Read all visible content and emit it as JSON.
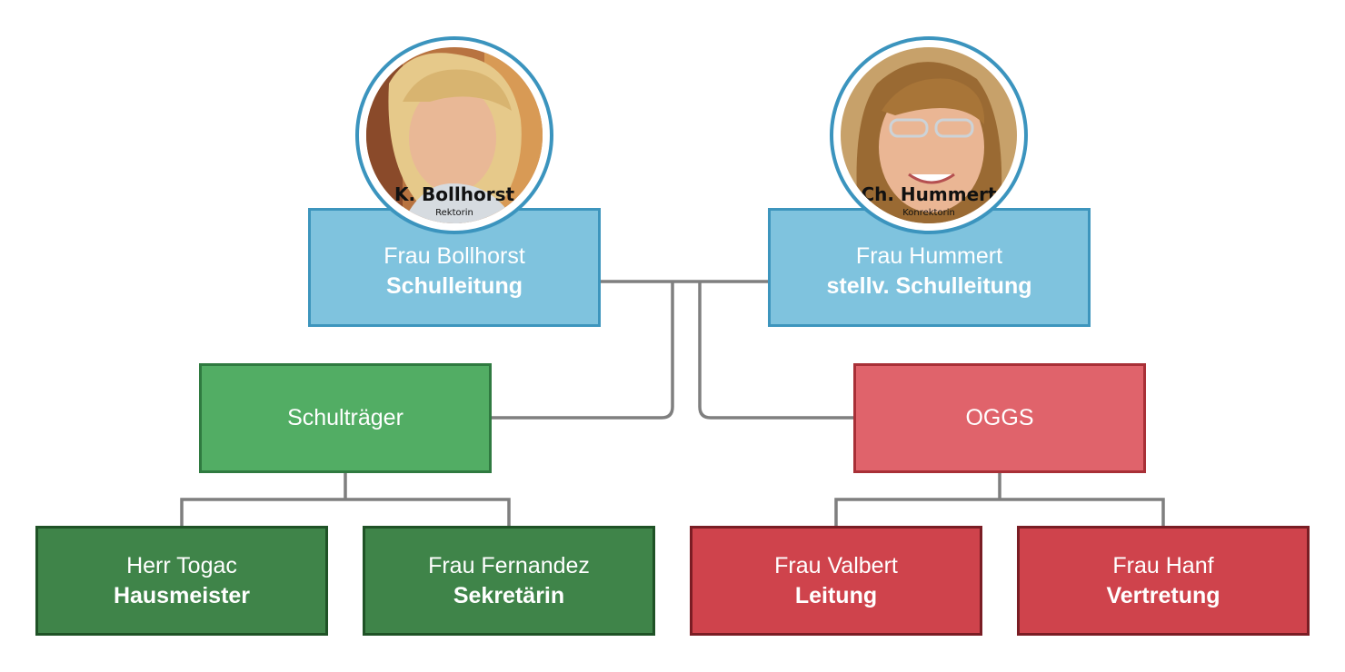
{
  "leaders": [
    {
      "name": "Frau Bollhorst",
      "role": "Schulleitung",
      "photo": {
        "caption_name": "K. Bollhorst",
        "caption_role": "Rektorin"
      }
    },
    {
      "name": "Frau Hummert",
      "role": "stellv. Schulleitung",
      "photo": {
        "caption_name": "Ch. Hummert",
        "caption_role": "Konrektorin"
      }
    }
  ],
  "groups": [
    {
      "label": "Schulträger",
      "members": [
        {
          "name": "Herr Togac",
          "role": "Hausmeister"
        },
        {
          "name": "Frau Fernandez",
          "role": "Sekretärin"
        }
      ]
    },
    {
      "label": "OGGS",
      "members": [
        {
          "name": "Frau Valbert",
          "role": "Leitung"
        },
        {
          "name": "Frau Hanf",
          "role": "Vertretung"
        }
      ]
    }
  ],
  "colors": {
    "leader_fill": "#7fc3de",
    "leader_border": "#3d95bd",
    "schultraeger_fill": "#52ad64",
    "schultraeger_member_fill": "#3f8449",
    "oggs_fill": "#e0636b",
    "oggs_member_fill": "#cf434c",
    "connector": "#7f7f7f"
  }
}
